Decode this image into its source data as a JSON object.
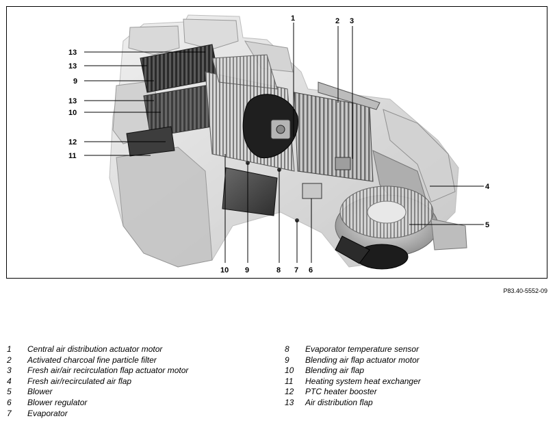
{
  "figure_ref": "P83.40-5552-09",
  "callouts": [
    "1",
    "2",
    "3",
    "4",
    "5",
    "6",
    "7",
    "8",
    "9",
    "10",
    "11",
    "12",
    "13"
  ],
  "legend_left": [
    {
      "num": "1",
      "text": "Central air distribution actuator motor"
    },
    {
      "num": "2",
      "text": "Activated charcoal fine particle filter"
    },
    {
      "num": "3",
      "text": "Fresh air/air recirculation flap actuator motor"
    },
    {
      "num": "4",
      "text": "Fresh air/recirculated air flap"
    },
    {
      "num": "5",
      "text": "Blower"
    },
    {
      "num": "6",
      "text": "Blower regulator"
    },
    {
      "num": "7",
      "text": "Evaporator"
    }
  ],
  "legend_right": [
    {
      "num": "8",
      "text": "Evaporator temperature sensor"
    },
    {
      "num": "9",
      "text": "Blending air flap actuator motor"
    },
    {
      "num": "10",
      "text": "Blending air flap"
    },
    {
      "num": "11",
      "text": "Heating system heat exchanger"
    },
    {
      "num": "12",
      "text": "PTC heater booster"
    },
    {
      "num": "13",
      "text": "Air distribution flap"
    }
  ]
}
